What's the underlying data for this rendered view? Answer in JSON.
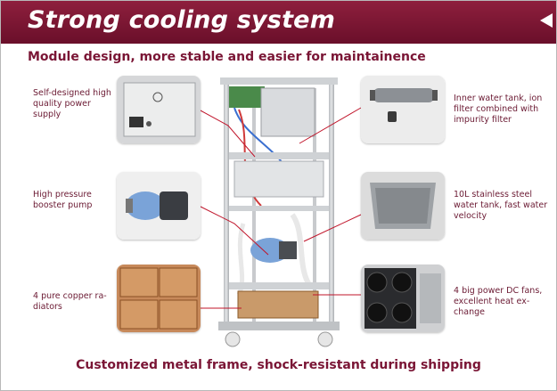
{
  "header": {
    "title": "Strong cooling system",
    "subtitle": "Module design, more stable and easier for maintainence"
  },
  "callouts": {
    "power_supply": "Self-designed high quality power supply",
    "pump": "High pressure booster pump",
    "radiators": "4 pure copper ra-\ndiators",
    "water_tank": "Inner water tank, ion filter combined with impurity filter",
    "steel_tank": "10L stainless steel water tank, fast water velocity",
    "fans": "4 big power DC fans, excellent heat ex-\nchange"
  },
  "footer": {
    "caption": "Customized metal frame, shock-resistant during shipping"
  },
  "colors": {
    "banner": "#7a1535",
    "text": "#6b1a33",
    "connector": "#c0142a"
  }
}
